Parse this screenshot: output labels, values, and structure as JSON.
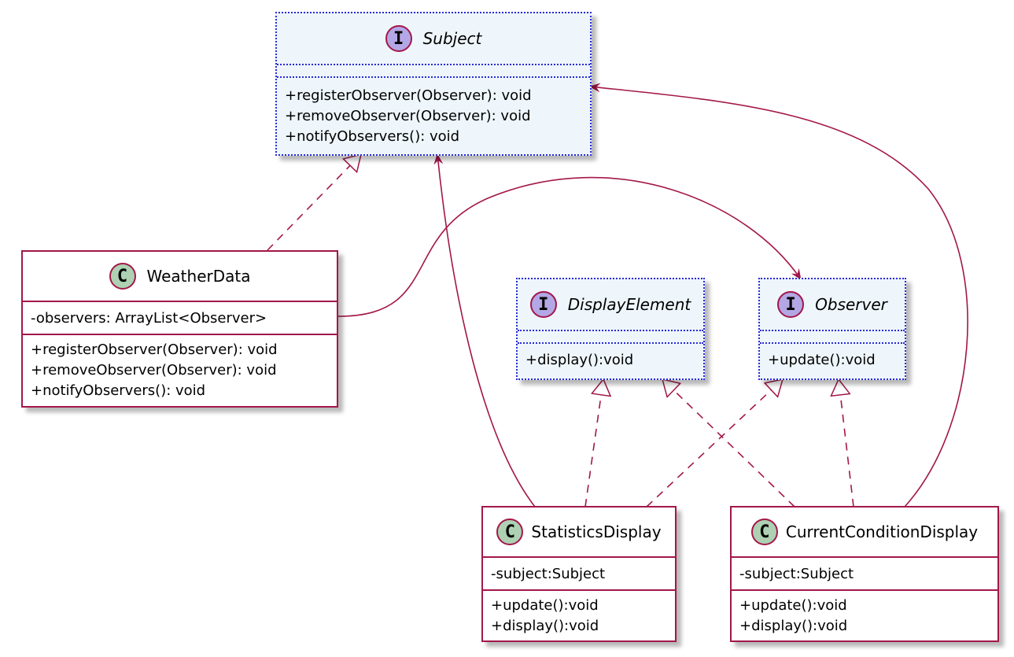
{
  "subject": {
    "stereotype": "I",
    "name": "Subject",
    "methods": [
      "+registerObserver(Observer): void",
      "+removeObserver(Observer): void",
      "+notifyObservers(): void"
    ]
  },
  "weather_data": {
    "stereotype": "C",
    "name": "WeatherData",
    "fields": [
      "-observers: ArrayList<Observer>"
    ],
    "methods": [
      "+registerObserver(Observer): void",
      "+removeObserver(Observer): void",
      "+notifyObservers(): void"
    ]
  },
  "display_element": {
    "stereotype": "I",
    "name": "DisplayElement",
    "methods": [
      "+display():void"
    ]
  },
  "observer": {
    "stereotype": "I",
    "name": "Observer",
    "methods": [
      "+update():void"
    ]
  },
  "statistics_display": {
    "stereotype": "C",
    "name": "StatisticsDisplay",
    "fields": [
      "-subject:Subject"
    ],
    "methods": [
      "+update():void",
      "+display():void"
    ]
  },
  "current_condition_display": {
    "stereotype": "C",
    "name": "CurrentConditionDisplay",
    "fields": [
      "-subject:Subject"
    ],
    "methods": [
      "+update():void",
      "+display():void"
    ]
  },
  "colors": {
    "class_border": "#a3174a",
    "interface_border": "#2b2bd6",
    "interface_fill": "#eef6fb",
    "interface_badge": "#b4a7e5",
    "class_badge": "#add1b2"
  }
}
